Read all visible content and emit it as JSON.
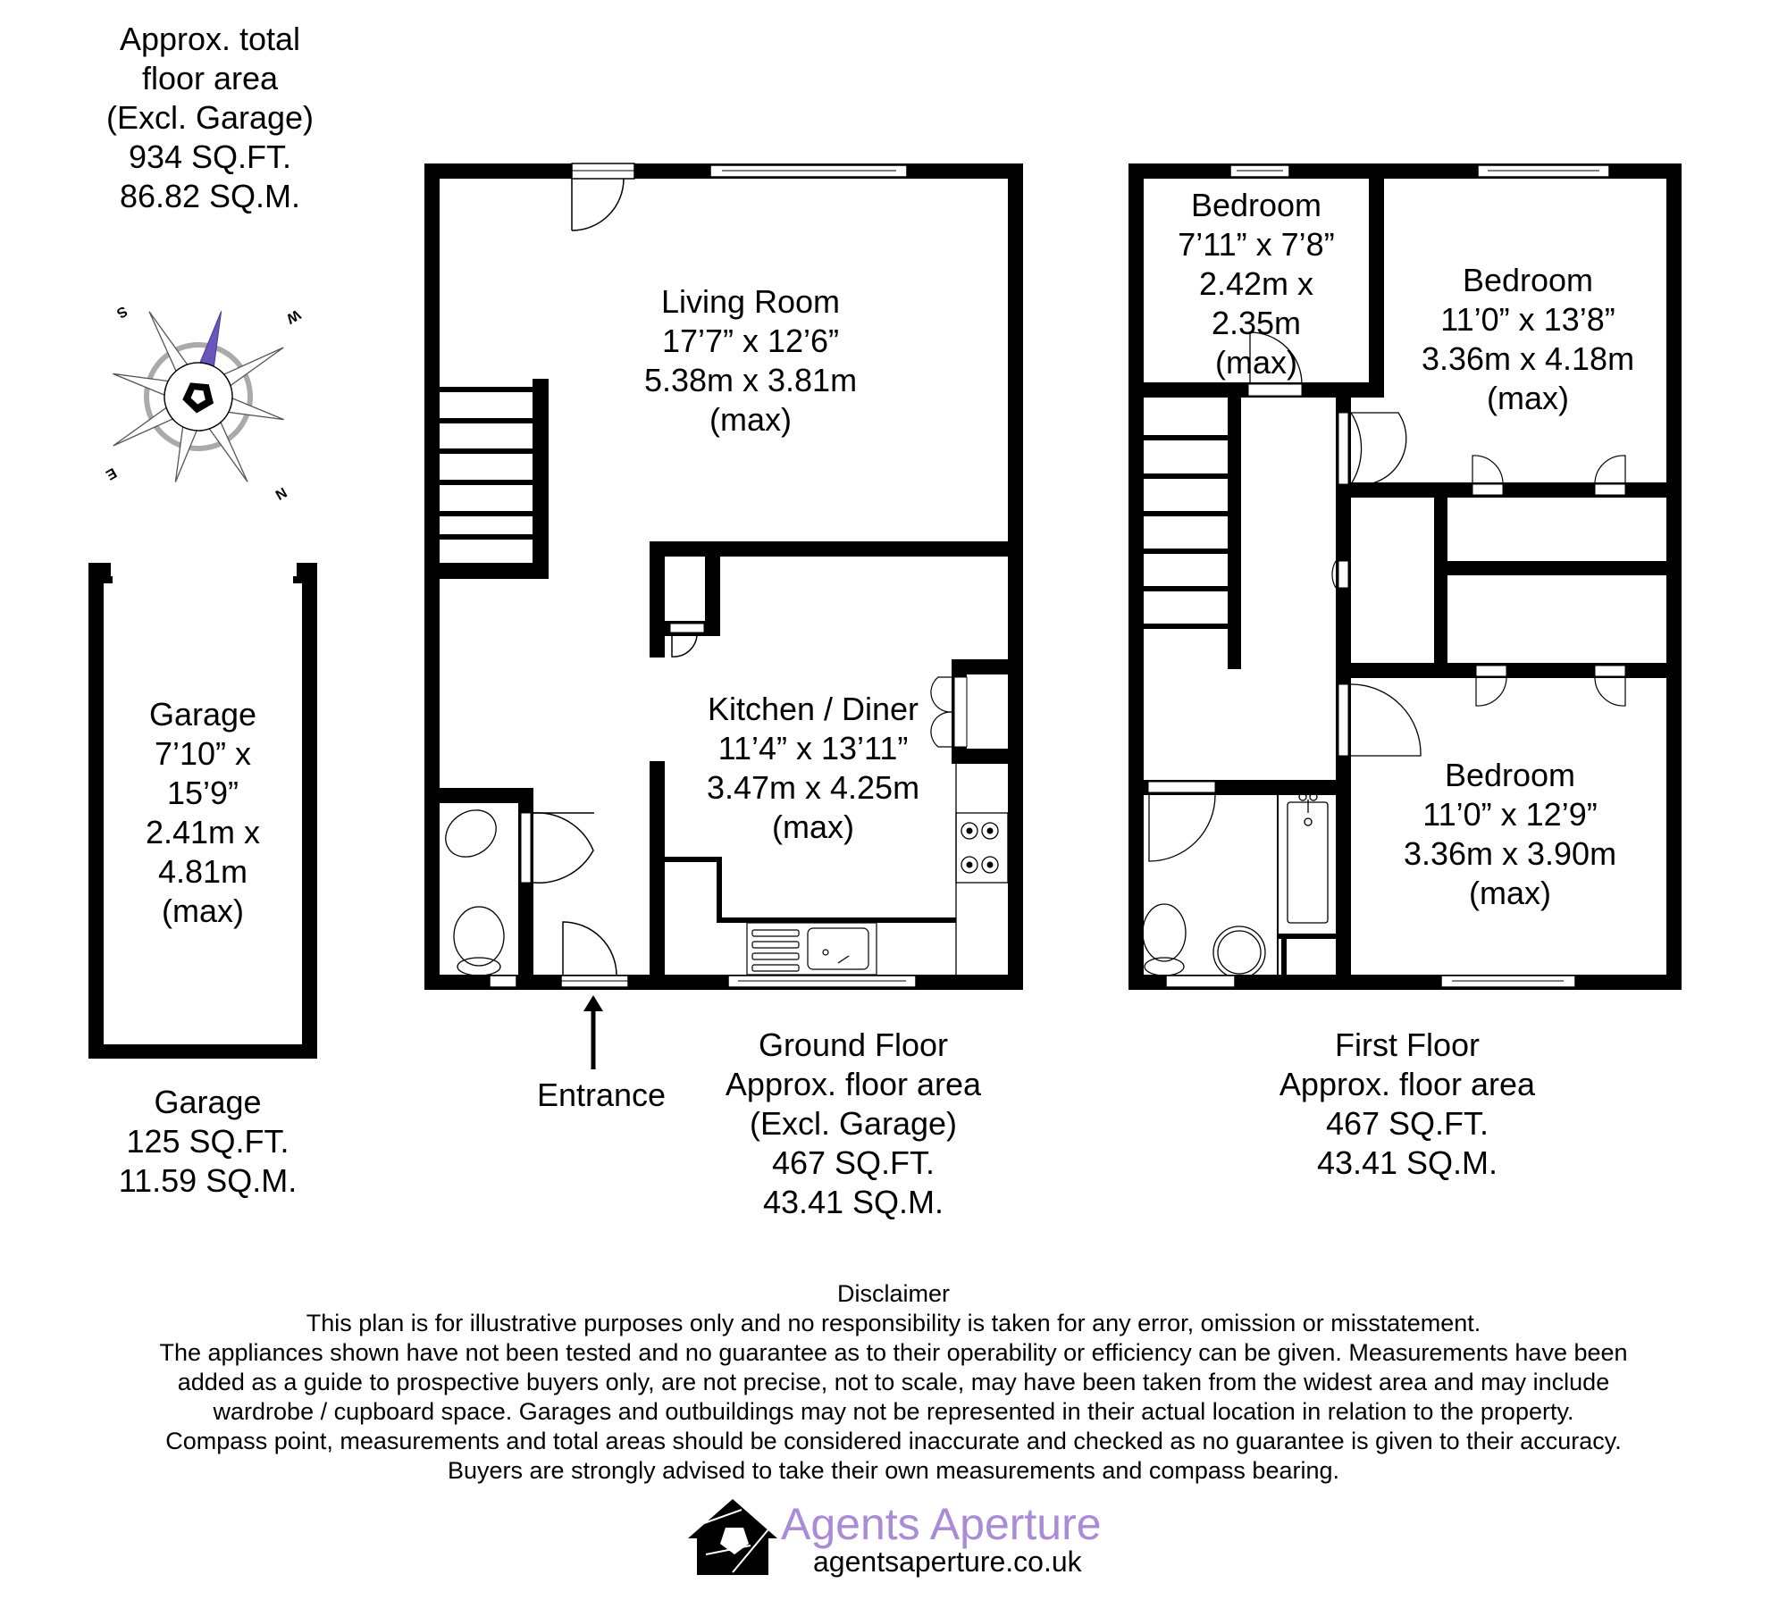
{
  "totals": {
    "lines": [
      "Approx. total",
      "floor area",
      "(Excl. Garage)",
      "934 SQ.FT.",
      "86.82 SQ.M."
    ]
  },
  "compass": {
    "icon": "compass-rose-icon",
    "labels": {
      "north": "N",
      "south": "S",
      "east": "E",
      "west": "W"
    },
    "ring_text": "Agents Aperture",
    "needle_color": "#6a55b8"
  },
  "garage": {
    "room": {
      "name": "Garage",
      "lines": [
        "Garage",
        "7’10” x",
        "15’9”",
        "2.41m x",
        "4.81m",
        "(max)"
      ]
    },
    "area": {
      "lines": [
        "Garage",
        "125 SQ.FT.",
        "11.59 SQ.M."
      ]
    }
  },
  "ground_floor": {
    "rooms": [
      {
        "name": "Living Room",
        "lines": [
          "Living Room",
          "17’7” x 12’6”",
          "5.38m x 3.81m",
          "(max)"
        ]
      },
      {
        "name": "Kitchen / Diner",
        "lines": [
          "Kitchen / Diner",
          "11’4” x 13’11”",
          "3.47m x 4.25m",
          "(max)"
        ]
      }
    ],
    "entrance_label": "Entrance",
    "area": {
      "lines": [
        "Ground Floor",
        "Approx. floor area",
        "(Excl. Garage)",
        "467 SQ.FT.",
        "43.41 SQ.M."
      ]
    }
  },
  "first_floor": {
    "rooms": [
      {
        "name": "Bedroom",
        "lines": [
          "Bedroom",
          "7’11” x 7’8”",
          "2.42m x",
          "2.35m",
          "(max)"
        ]
      },
      {
        "name": "Bedroom",
        "lines": [
          "Bedroom",
          "11’0” x 13’8”",
          "3.36m x 4.18m",
          "(max)"
        ]
      },
      {
        "name": "Bedroom",
        "lines": [
          "Bedroom",
          "11’0” x 12’9”",
          "3.36m x 3.90m",
          "(max)"
        ]
      }
    ],
    "area": {
      "lines": [
        "First Floor",
        "Approx. floor area",
        "467 SQ.FT.",
        "43.41 SQ.M."
      ]
    }
  },
  "disclaimer": {
    "title": "Disclaimer",
    "lines": [
      "This plan is for illustrative purposes only and no responsibility is taken for any error, omission or misstatement.",
      "The appliances shown have not been tested and no guarantee as to their operability or efficiency can be given. Measurements have been",
      "added as a guide to prospective buyers only, are not precise, not to scale, may have been taken from the widest area and may include",
      "wardrobe / cupboard space. Garages and outbuildings may not be represented in their actual location in relation to  the property.",
      "Compass point, measurements and total areas should be considered inaccurate and checked as no guarantee is given to their accuracy.",
      "Buyers are strongly advised to take their own measurements and compass bearing."
    ]
  },
  "brand": {
    "name": "Agents Aperture",
    "url": "agentsaperture.co.uk",
    "logo_icon": "house-aperture-logo-icon",
    "color": "#a98bd8"
  }
}
